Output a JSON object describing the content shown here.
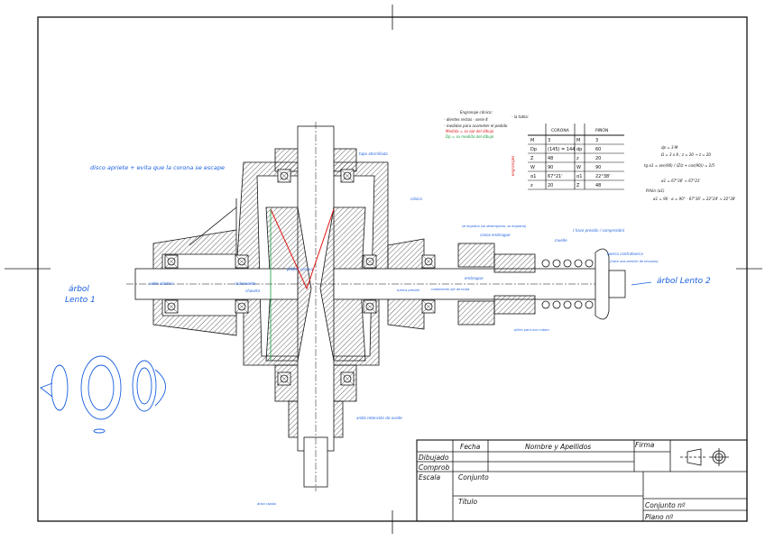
{
  "title_block": {
    "fecha": "Fecha",
    "nombre": "Nombre y Apellidos",
    "firma": "Firma",
    "dibujado": "Dibujado",
    "comprob": "Comprob",
    "escala": "Escala",
    "conjunto": "Conjunto",
    "titulo": "Título",
    "conjunto_n": "Conjunto nº",
    "plano_n": "Plano nº",
    "projection_symbol": "first-angle-projection-icon"
  },
  "gear_table": {
    "intro": "- la tabla:",
    "headers": [
      "",
      "CORONA",
      "",
      "PIÑÓN"
    ],
    "rows": [
      [
        "M",
        "3",
        "M",
        "3"
      ],
      [
        "Dp",
        "(145) = 144",
        "dp",
        "60"
      ],
      [
        "Z",
        "48",
        "z",
        "20"
      ],
      [
        "W",
        "90",
        "W",
        "90"
      ],
      [
        "α1",
        "67°21'",
        "α1",
        "22°38'"
      ],
      [
        "z",
        "20",
        "Z",
        "48"
      ]
    ],
    "side_note": "engranajes"
  },
  "notes": {
    "engranaje_title": "Engranaje cónico:",
    "engranaje_lines": [
      "- dientes rectos - serie 4",
      "- medidas para acometer el pedido"
    ],
    "red_line": "Medida = su eje del dibujo",
    "green_line": "Dp = su medida del dibujo",
    "calc_lines": [
      "dp = 3·M",
      "Ω = 3 x 8 ; z = 20 → z = 20",
      "tg α1 = sen(90) / (Z/z + cos(90)) = 2/5",
      "α1 = 67°36' ≈ 67°21'",
      "Piñón (α1)",
      "α1 = 90 - α = 90° - 67°36' = 22°24' ≈ 22°38'"
    ]
  },
  "annotations": {
    "disco": "disco apriete + evita que la corona se escape",
    "arbol1": [
      "árbol",
      "Lento 1"
    ],
    "arbol2": "árbol Lento 2",
    "tapa": "tapa atornillada",
    "conico": "cónico",
    "anillo": "anillo elástico",
    "rodamiento": "rodamiento",
    "chaveta": "chaveta",
    "embrague": "embrague",
    "muelle": "muelle",
    "presion": "( hace presión / compresión)",
    "tuerca": "tuerca contratuerca",
    "tuerca2": "(hace una presión de bloqueo)",
    "rodam_eje": "rodamiento eje de bolas",
    "tuerca_presion": "tuerca presión",
    "pinon": "piñón para uso rodam.",
    "anillo2": "anillo retención de aceite",
    "arbol_rapido": "árbol rápido",
    "engrane": "se engrana (se desengrana, se engrana)",
    "conos": "conos embrague",
    "piñon_corona": "piñón / corona"
  },
  "colors": {
    "annotation": "#1a5fe0",
    "red": "#e01515",
    "green": "#139a3a",
    "line": "#111111"
  }
}
